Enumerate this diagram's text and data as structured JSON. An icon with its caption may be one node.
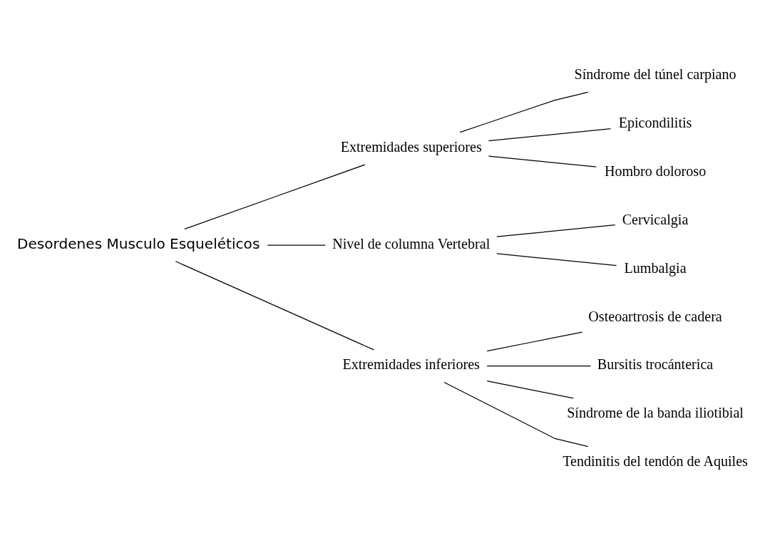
{
  "diagram": {
    "nodes": [
      {
        "text": [
          "Desordenes Musculo Esqueléticos"
        ]
      },
      {
        "text": [
          "Extremidades superiores"
        ]
      },
      {
        "text": [
          "Síndrome del túnel carpiano"
        ]
      },
      {
        "text": [
          "Epicondilitis"
        ]
      },
      {
        "text": [
          "Hombro doloroso"
        ]
      },
      {
        "text": [
          "Nivel de columna Vertebral"
        ]
      },
      {
        "text": [
          "Cervicalgia"
        ]
      },
      {
        "text": [
          "Lumbalgia"
        ]
      },
      {
        "text": [
          "Extremidades inferiores"
        ]
      },
      {
        "text": [
          "Osteoartrosis de cadera"
        ]
      },
      {
        "text": [
          "Bursitis trocánterica"
        ]
      },
      {
        "text": [
          "Síndrome de la banda iliotibial"
        ]
      },
      {
        "text": [
          "Tendinitis del tendón de Aquiles"
        ]
      }
    ],
    "edges": [
      {
        "from": 0,
        "to": 1,
        "arrow": "none"
      },
      {
        "from": 0,
        "to": 5,
        "arrow": "none"
      },
      {
        "from": 0,
        "to": 8,
        "arrow": "none"
      },
      {
        "from": 1,
        "to": 2,
        "arrow": "none"
      },
      {
        "from": 1,
        "to": 3,
        "arrow": "none"
      },
      {
        "from": 1,
        "to": 4,
        "arrow": "none"
      },
      {
        "from": 5,
        "to": 6,
        "arrow": "none"
      },
      {
        "from": 5,
        "to": 7,
        "arrow": "none"
      },
      {
        "from": 8,
        "to": 9,
        "arrow": "none"
      },
      {
        "from": 8,
        "to": 10,
        "arrow": "none"
      },
      {
        "from": 8,
        "to": 11,
        "arrow": "none"
      },
      {
        "from": 8,
        "to": 12,
        "arrow": "none"
      }
    ]
  }
}
